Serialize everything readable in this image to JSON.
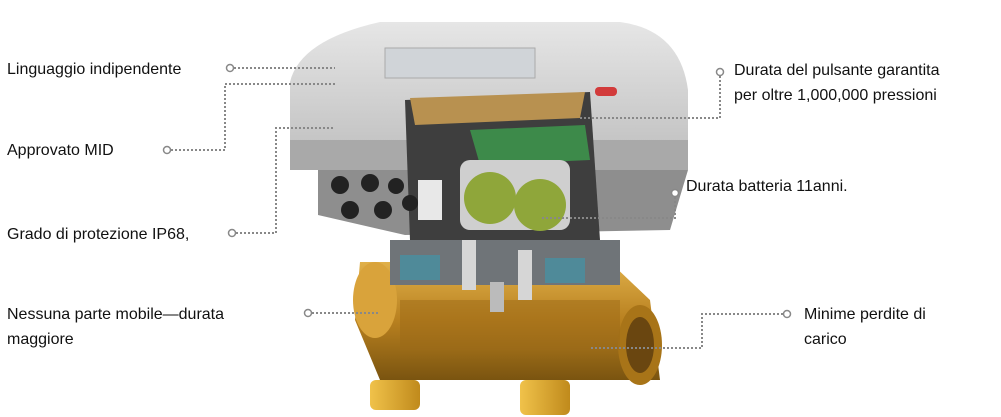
{
  "callouts": {
    "left": [
      {
        "text": "Linguaggio indipendente"
      },
      {
        "text": "Approvato MID"
      },
      {
        "text": "Grado di protezione IP68,"
      },
      {
        "line1": "Nessuna parte mobile—durata",
        "line2": "maggiore"
      }
    ],
    "right": [
      {
        "line1": "Durata del pulsante garantita",
        "line2": "per oltre 1,000,000 pressioni"
      },
      {
        "text": "Durata batteria 11anni."
      },
      {
        "line1": "Minime perdite di",
        "line2": "carico"
      }
    ]
  },
  "colors": {
    "housing": "#c8c8c8",
    "housing_dark": "#8e8e8e",
    "brass": "#c9962e",
    "pcb": "#3d8a4a",
    "battery": "#8fa63a",
    "leader_line": "#888888"
  }
}
